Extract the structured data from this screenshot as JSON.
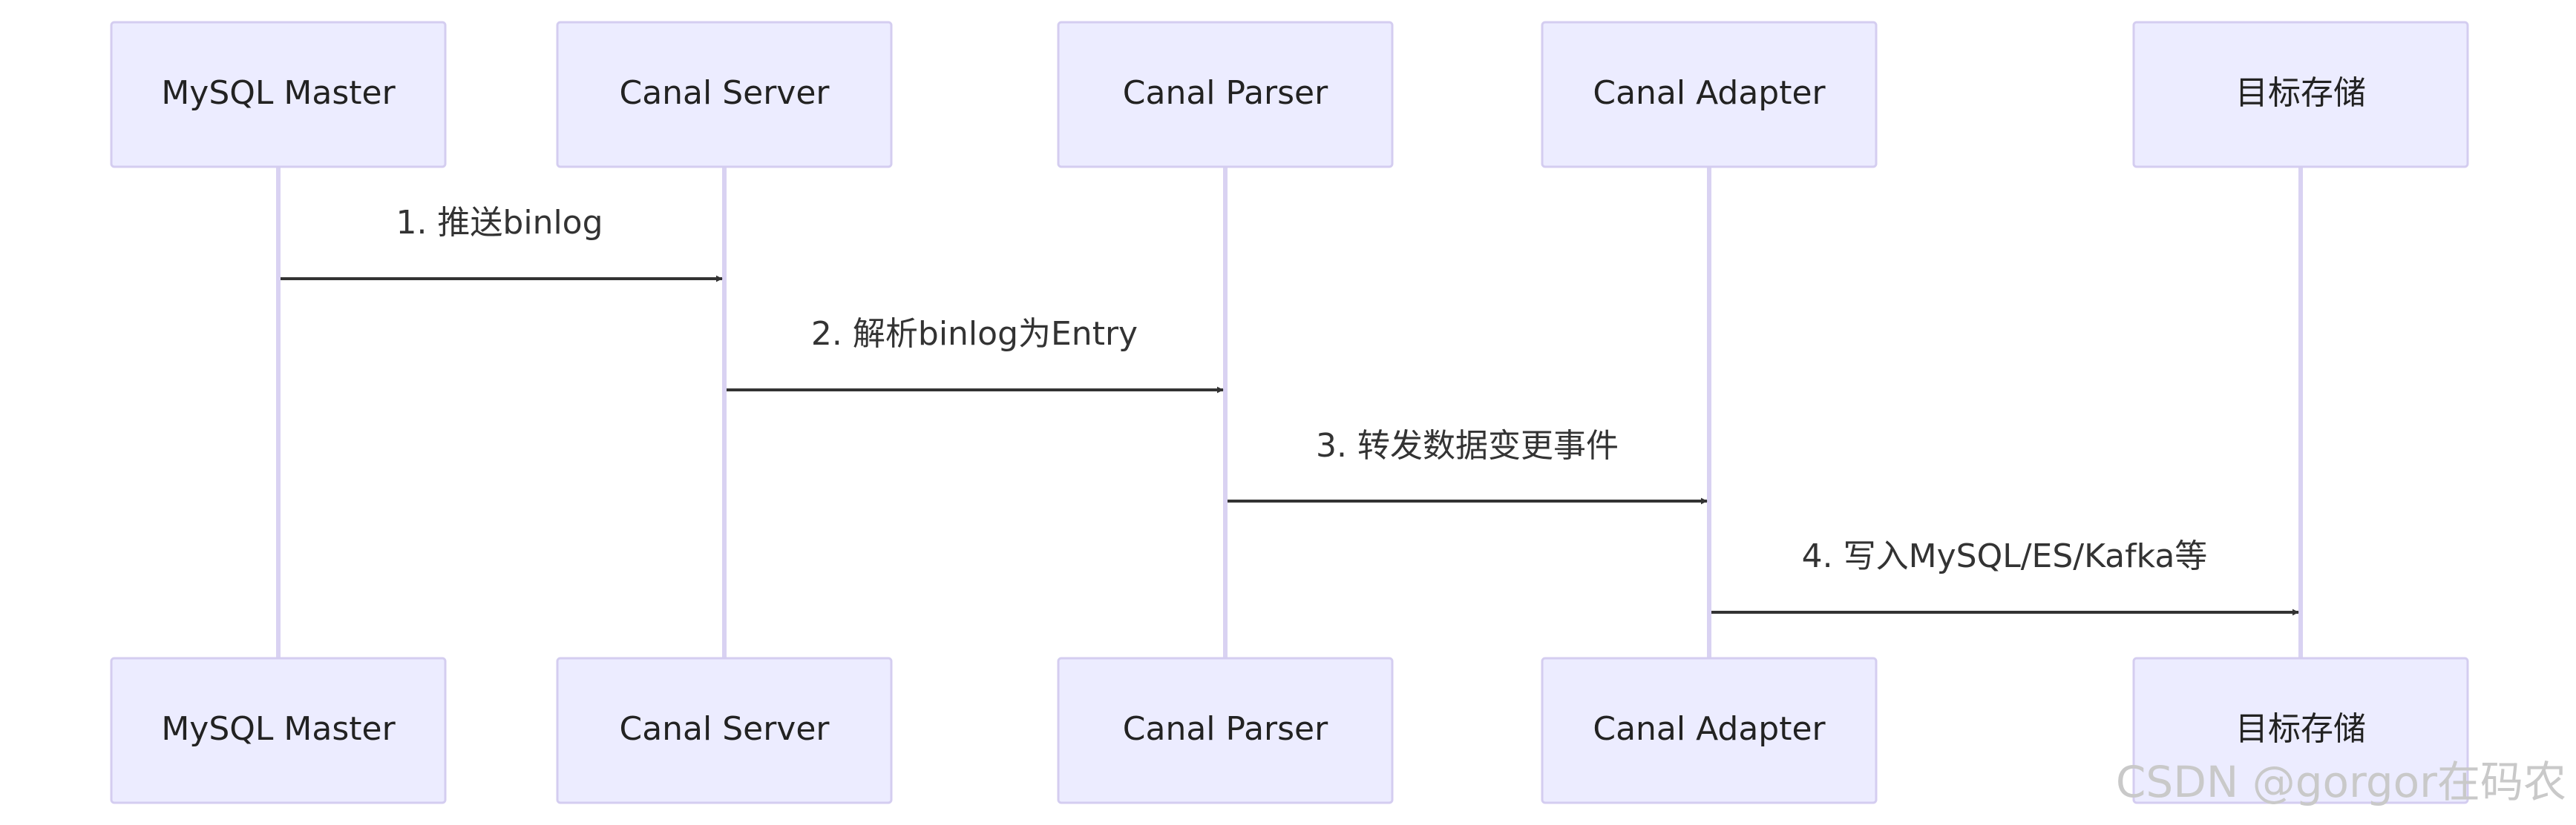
{
  "diagram": {
    "type": "sequence",
    "participants": [
      {
        "id": "mysql_master",
        "label": "MySQL Master"
      },
      {
        "id": "canal_server",
        "label": "Canal Server"
      },
      {
        "id": "canal_parser",
        "label": "Canal Parser"
      },
      {
        "id": "canal_adapter",
        "label": "Canal Adapter"
      },
      {
        "id": "target_storage",
        "label": "目标存储"
      }
    ],
    "messages": [
      {
        "from": "mysql_master",
        "to": "canal_server",
        "label": "1. 推送binlog"
      },
      {
        "from": "canal_server",
        "to": "canal_parser",
        "label": "2. 解析binlog为Entry"
      },
      {
        "from": "canal_parser",
        "to": "canal_adapter",
        "label": "3. 转发数据变更事件"
      },
      {
        "from": "canal_adapter",
        "to": "target_storage",
        "label": "4. 写入MySQL/ES/Kafka等"
      }
    ],
    "colors": {
      "actor_fill": "#ececff",
      "actor_border": "#d4cdf0",
      "lifeline": "#d9d2f2",
      "arrow": "#333333"
    }
  },
  "watermark": "CSDN @gorgor在码农"
}
